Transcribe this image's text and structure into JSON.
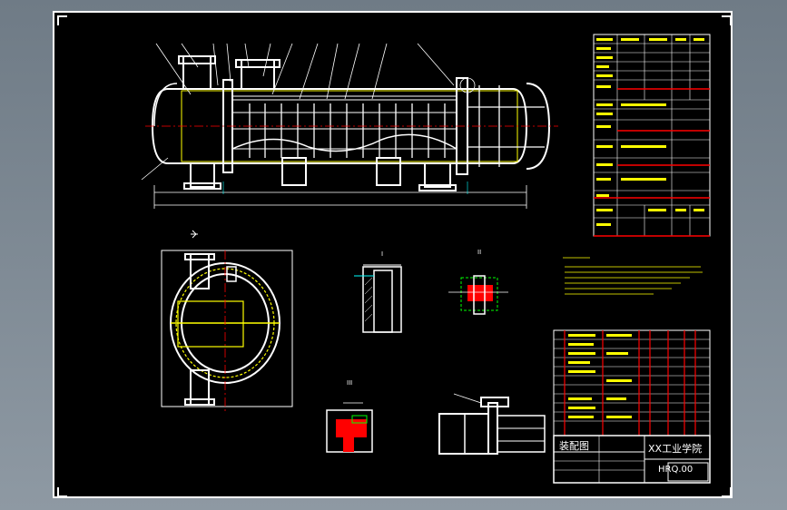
{
  "title_block": {
    "drawing_name": "装配图",
    "school": "XX工业学院",
    "drawing_number": "HRQ.00"
  },
  "colors": {
    "background": "#000000",
    "outline": "#ffffff",
    "center": "#ffff00",
    "section": "#ff0000",
    "detail": "#00ff00",
    "dim": "#00ffff"
  }
}
